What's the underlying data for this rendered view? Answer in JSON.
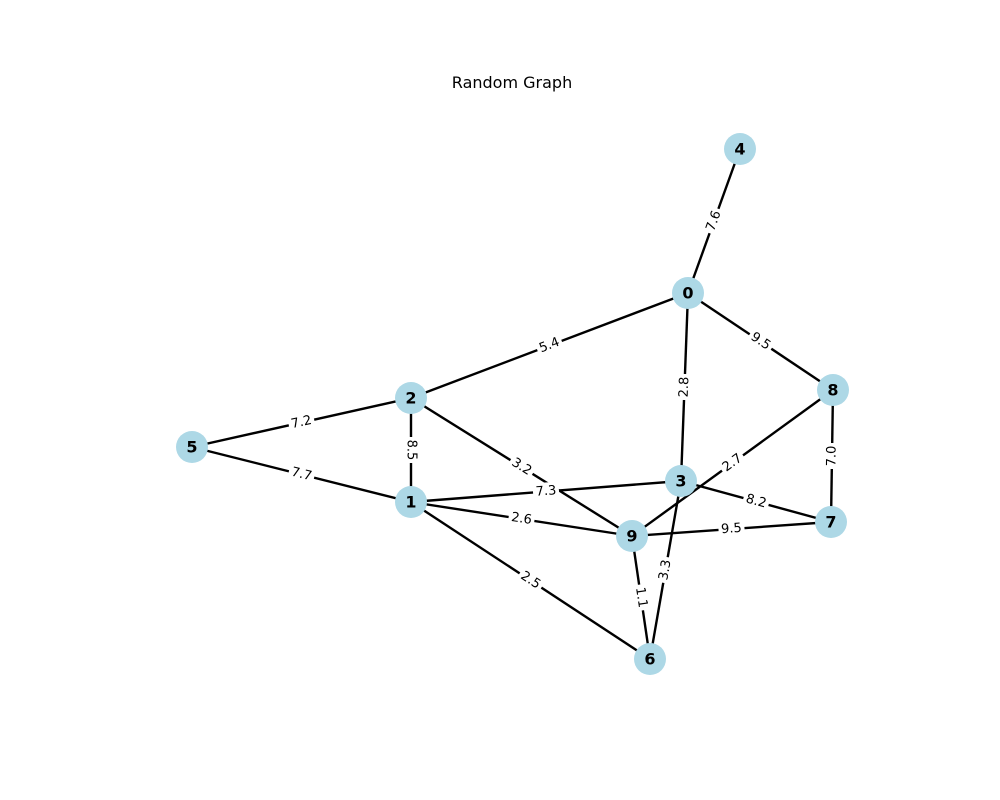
{
  "title": "Random Graph",
  "node_color": "#add8e6",
  "edge_color": "#000000",
  "nodes": [
    {
      "id": "0",
      "label": "0"
    },
    {
      "id": "1",
      "label": "1"
    },
    {
      "id": "2",
      "label": "2"
    },
    {
      "id": "3",
      "label": "3"
    },
    {
      "id": "4",
      "label": "4"
    },
    {
      "id": "5",
      "label": "5"
    },
    {
      "id": "6",
      "label": "6"
    },
    {
      "id": "7",
      "label": "7"
    },
    {
      "id": "8",
      "label": "8"
    },
    {
      "id": "9",
      "label": "9"
    }
  ],
  "edges": [
    {
      "source": "0",
      "target": "4",
      "weight": "7.6"
    },
    {
      "source": "0",
      "target": "2",
      "weight": "5.4"
    },
    {
      "source": "0",
      "target": "8",
      "weight": "9.5"
    },
    {
      "source": "0",
      "target": "3",
      "weight": "2.8"
    },
    {
      "source": "2",
      "target": "5",
      "weight": "7.2"
    },
    {
      "source": "2",
      "target": "1",
      "weight": "8.5"
    },
    {
      "source": "2",
      "target": "9",
      "weight": "3.2"
    },
    {
      "source": "5",
      "target": "1",
      "weight": "7.7"
    },
    {
      "source": "1",
      "target": "3",
      "weight": "7.3"
    },
    {
      "source": "1",
      "target": "9",
      "weight": "2.6"
    },
    {
      "source": "1",
      "target": "6",
      "weight": "2.5"
    },
    {
      "source": "8",
      "target": "9",
      "weight": "2.7"
    },
    {
      "source": "8",
      "target": "7",
      "weight": "7.0"
    },
    {
      "source": "3",
      "target": "7",
      "weight": "8.2"
    },
    {
      "source": "3",
      "target": "6",
      "weight": "3.3"
    },
    {
      "source": "9",
      "target": "7",
      "weight": "9.5"
    },
    {
      "source": "9",
      "target": "6",
      "weight": "1.1"
    }
  ]
}
